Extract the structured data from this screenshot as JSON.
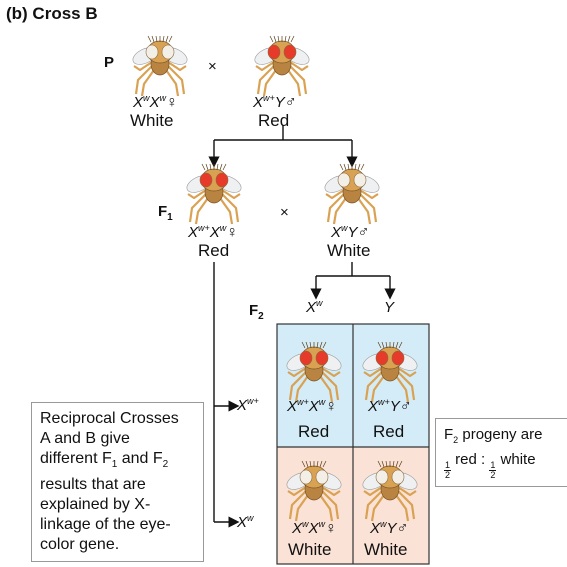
{
  "title": "(b) Cross B",
  "colors": {
    "female_cell": "#fbe2d6",
    "male_cell": "#d4ecf7",
    "body": "#d9a253",
    "thorax": "#b98442",
    "red_eye": "#e63a2a",
    "white_eye": "#f3efe6"
  },
  "generations": {
    "p": "P",
    "f1": "F",
    "f1_sub": "1",
    "f2": "F",
    "f2_sub": "2"
  },
  "cross_symbol": "×",
  "sex": {
    "female": "♀",
    "male": "♂"
  },
  "p_female": {
    "g1": "X",
    "s1": "w",
    "g2": "X",
    "s2": "w",
    "phenotype": "White"
  },
  "p_male": {
    "g1": "X",
    "s1": "w+",
    "g2": "Y",
    "phenotype": "Red"
  },
  "f1_female": {
    "g1": "X",
    "s1": "w+",
    "g2": "X",
    "s2": "w",
    "phenotype": "Red"
  },
  "f1_male": {
    "g1": "X",
    "s1": "w",
    "g2": "Y",
    "phenotype": "White"
  },
  "gametes": {
    "col1": {
      "g": "X",
      "s": "w"
    },
    "col2": "Y",
    "row1": {
      "g": "X",
      "s": "w+"
    },
    "row2": {
      "g": "X",
      "s": "w"
    }
  },
  "cells": [
    {
      "g1": "X",
      "s1": "w+",
      "g2": "X",
      "s2": "w",
      "phenotype": "Red"
    },
    {
      "g1": "X",
      "s1": "w+",
      "g2": "Y",
      "phenotype": "Red"
    },
    {
      "g1": "X",
      "s1": "w",
      "g2": "X",
      "s2": "w",
      "phenotype": "White"
    },
    {
      "g1": "X",
      "s1": "w",
      "g2": "Y",
      "phenotype": "White"
    }
  ],
  "note_left": [
    "Reciprocal Crosses",
    "A and B give",
    "different F",
    "1",
    " and F",
    "2",
    "results that are",
    "explained by X-",
    "linkage of the eye-",
    "color gene."
  ],
  "note_right": {
    "line1_pre": "F",
    "line1_sub": "2",
    "line1_post": " progeny are",
    "frac_num": "1",
    "frac_den": "2",
    "red": "red :",
    "white": "white"
  }
}
